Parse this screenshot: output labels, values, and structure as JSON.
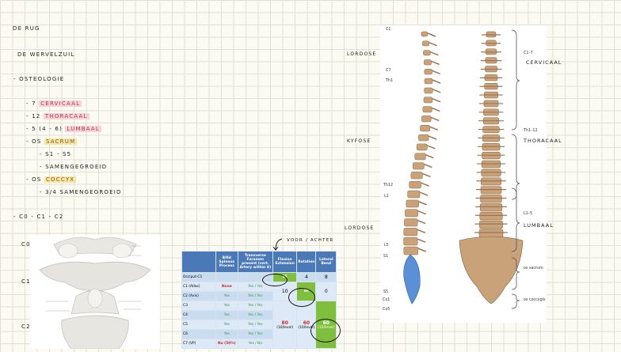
{
  "notes": {
    "title": "DE RUG",
    "subtitle": "DE WERVELZUIL",
    "osteologie": "- OSTEOLOGIE",
    "cervical": {
      "count": "- 7",
      "name": "CERVICAAL"
    },
    "thoracic": {
      "count": "- 12",
      "name": "THORACAAL"
    },
    "lumbar": {
      "count": "- 5",
      "range": "(4 - 6)",
      "name": "LUMBAAL"
    },
    "sacrum": {
      "prefix": "- OS",
      "name": "SACRUM"
    },
    "sacrum_sub1": "- S1 - S5",
    "sacrum_sub2": "- SAMENGEGROEID",
    "coccyx": {
      "prefix": "- OS",
      "name": "COCCYX"
    },
    "coccyx_sub": "- 3/4 SAMENGEGROEID",
    "c0": "- C0 - C1 - C2",
    "margin_c0": "C0",
    "margin_c1": "C1",
    "margin_c2": "C2",
    "annotation": "VOOR / ACHTER"
  },
  "table": {
    "headers": [
      "",
      "Bifid Spinous Process",
      "Transverse Foramen present (vert. Artery within it)",
      "Flexion Extension",
      "Rotation",
      "Lateral Bend"
    ],
    "rows": [
      [
        "Occiput-C1",
        "",
        "",
        "",
        "4",
        "8"
      ],
      [
        "C1 (Atlas)",
        "None",
        "Yes / Yes",
        "10",
        "",
        "0"
      ],
      [
        "C2 (Axis)",
        "Yes",
        "Yes / Yes",
        "",
        "",
        ""
      ],
      [
        "C3",
        "Yes",
        "Yes / Yes",
        "",
        "",
        ""
      ],
      [
        "C4",
        "Yes",
        "Yes / Yes",
        "",
        "",
        ""
      ],
      [
        "C5",
        "Yes",
        "Yes / Yes",
        "",
        "",
        ""
      ],
      [
        "C6",
        "Yes",
        "Yes / Yes",
        "",
        "",
        ""
      ],
      [
        "C7 (VP)",
        "No (50%)",
        "Yes / No",
        "",
        "",
        ""
      ]
    ],
    "highlight": {
      "oc_flex": "25",
      "c1_rot": "80",
      "c5_flex": "80",
      "c5_rot": "60",
      "c5_lat": "60",
      "sub": "(10/level)"
    }
  },
  "spine": {
    "left_labels": [
      "C1",
      "C7",
      "Th1",
      "Th12",
      "L1",
      "L5",
      "S1",
      "S5",
      "Co1",
      "Co5"
    ],
    "curves": [
      "LORDOSE",
      "KYFOSE",
      "LORDOSE"
    ],
    "right_labels": {
      "cervical_range": "C1–7",
      "cervical_name": "CERVICAAL",
      "thoracic_range": "Th1–12",
      "thoracic_name": "THORACAAL",
      "lumbar_range": "L1–5",
      "lumbar_name": "LUMBAAL",
      "sacrum": "os sacrum",
      "coccyx": "os coccygis"
    }
  },
  "colors": {
    "pink": "#f7d3d9",
    "yellow": "#f6e6a6",
    "table_header": "#4b79b8",
    "bone": "#c9a27a",
    "green": "#2f9a3a"
  }
}
